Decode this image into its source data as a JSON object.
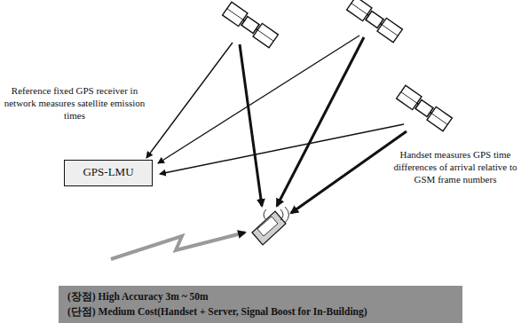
{
  "diagram": {
    "nodes": [
      {
        "text": [
          "GPS-LMU"
        ]
      },
      {
        "text": [
          "(장점) High Accuracy 3m ~ 50m",
          "(단점) Medium Cost(Handset + Server, Signal Boost for In-Building)"
        ]
      }
    ],
    "labels": [
      "Reference fixed GPS receiver in network measures satellite emission times",
      "Handset measures GPS time differences of arrival relative to GSM frame numbers"
    ]
  }
}
